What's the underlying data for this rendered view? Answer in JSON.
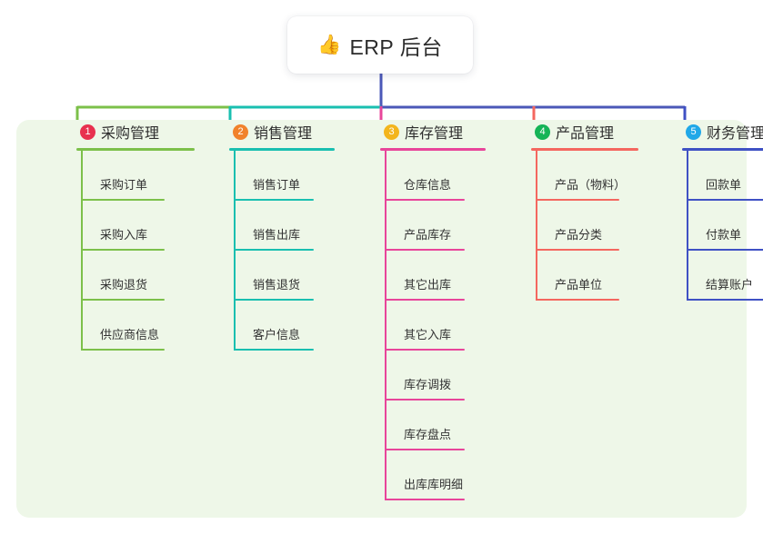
{
  "diagram": {
    "type": "mindmap",
    "canvas_background": "#ffffff",
    "panel_background": "#eef7e8",
    "root": {
      "icon": "thumbs-up-icon",
      "icon_glyph": "👍",
      "title": "ERP 后台",
      "connector_color": "#4b58b8"
    },
    "branches": [
      {
        "number": "1",
        "title": "采购管理",
        "badge_color": "#e8314f",
        "line_color": "#7cc04a",
        "items": [
          {
            "label": "采购订单"
          },
          {
            "label": "采购入库"
          },
          {
            "label": "采购退货"
          },
          {
            "label": "供应商信息"
          }
        ]
      },
      {
        "number": "2",
        "title": "销售管理",
        "badge_color": "#f1822b",
        "line_color": "#19bfb0",
        "items": [
          {
            "label": "销售订单"
          },
          {
            "label": "销售出库"
          },
          {
            "label": "销售退货"
          },
          {
            "label": "客户信息"
          }
        ]
      },
      {
        "number": "3",
        "title": "库存管理",
        "badge_color": "#f3b51c",
        "line_color": "#e8459a",
        "items": [
          {
            "label": "仓库信息"
          },
          {
            "label": "产品库存"
          },
          {
            "label": "其它出库"
          },
          {
            "label": "其它入库"
          },
          {
            "label": "库存调拨"
          },
          {
            "label": "库存盘点"
          },
          {
            "label": "出库库明细"
          }
        ]
      },
      {
        "number": "4",
        "title": "产品管理",
        "badge_color": "#16b457",
        "line_color": "#f4675f",
        "items": [
          {
            "label": "产品（物料）"
          },
          {
            "label": "产品分类"
          },
          {
            "label": "产品单位"
          }
        ]
      },
      {
        "number": "5",
        "title": "财务管理",
        "badge_color": "#20a8e8",
        "line_color": "#3f51c4",
        "items": [
          {
            "label": "回款单"
          },
          {
            "label": "付款单"
          },
          {
            "label": "结算账户"
          }
        ]
      }
    ]
  }
}
